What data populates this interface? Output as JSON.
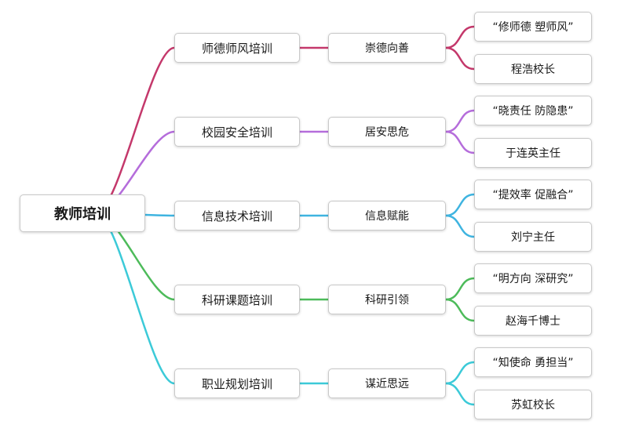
{
  "root": {
    "label": "教师培训"
  },
  "branches": [
    {
      "label": "师德师风培训",
      "theme": "崇德向善",
      "slogan": "“修师德 塑师风”",
      "leader": "程浩校长",
      "color": "#c4386b"
    },
    {
      "label": "校园安全培训",
      "theme": "居安思危",
      "slogan": "“晓责任 防隐患”",
      "leader": "于连英主任",
      "color": "#b56ddb"
    },
    {
      "label": "信息技术培训",
      "theme": "信息赋能",
      "slogan": "“提效率 促融合”",
      "leader": "刘宁主任",
      "color": "#3fb4e0"
    },
    {
      "label": "科研课题培训",
      "theme": "科研引领",
      "slogan": "“明方向 深研究”",
      "leader": "赵海千博士",
      "color": "#4dbb5a"
    },
    {
      "label": "职业规划培训",
      "theme": "谋近思远",
      "slogan": "“知使命 勇担当”",
      "leader": "苏虹校长",
      "color": "#3ccad8"
    }
  ]
}
